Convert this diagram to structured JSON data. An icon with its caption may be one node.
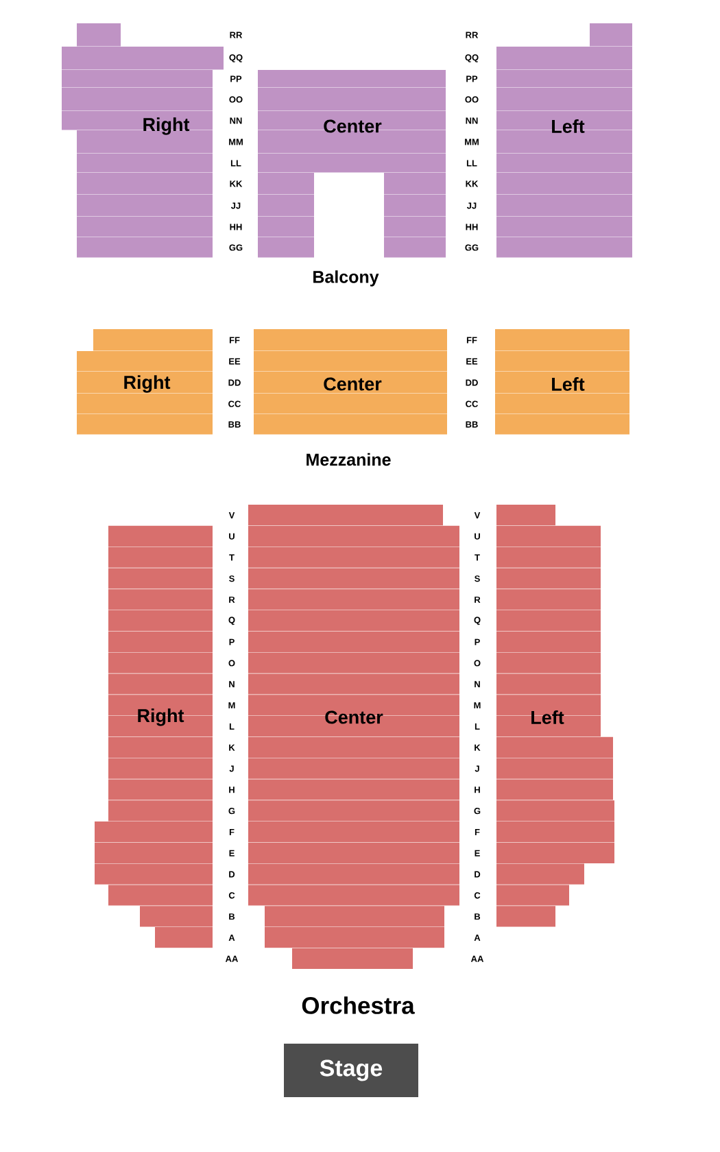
{
  "diagram": {
    "nodes": [
      {
        "text": [
          "Right"
        ]
      },
      {
        "text": [
          "Center"
        ]
      },
      {
        "text": [
          "Left"
        ]
      },
      {
        "text": [
          "Right"
        ]
      },
      {
        "text": [
          "Center"
        ]
      },
      {
        "text": [
          "Left"
        ]
      },
      {
        "text": [
          "Right"
        ]
      },
      {
        "text": [
          "Center"
        ]
      },
      {
        "text": [
          "Left"
        ]
      },
      {
        "text": [
          "Stage"
        ]
      }
    ],
    "labels": [
      "RR",
      "RR",
      "QQ",
      "QQ",
      "PP",
      "PP",
      "OO",
      "OO",
      "NN",
      "NN",
      "MM",
      "MM",
      "LL",
      "LL",
      "KK",
      "KK",
      "JJ",
      "JJ",
      "HH",
      "HH",
      "GG",
      "GG",
      "Balcony",
      "FF",
      "FF",
      "EE",
      "EE",
      "DD",
      "DD",
      "CC",
      "CC",
      "BB",
      "BB",
      "Mezzanine",
      "V",
      "V",
      "U",
      "U",
      "T",
      "T",
      "S",
      "S",
      "R",
      "R",
      "Q",
      "Q",
      "P",
      "P",
      "O",
      "O",
      "N",
      "N",
      "M",
      "M",
      "L",
      "L",
      "K",
      "K",
      "J",
      "J",
      "H",
      "H",
      "G",
      "G",
      "F",
      "F",
      "E",
      "E",
      "D",
      "D",
      "C",
      "C",
      "B",
      "B",
      "A",
      "A",
      "AA",
      "AA",
      "Orchestra"
    ]
  }
}
